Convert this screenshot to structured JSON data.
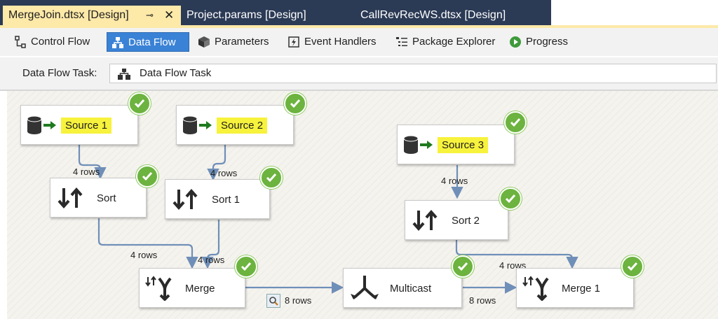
{
  "tabs": [
    {
      "label": "MergeJoin.dtsx [Design]",
      "active": true
    },
    {
      "label": "Project.params [Design]"
    },
    {
      "label": "CallRevRecWS.dtsx [Design]"
    }
  ],
  "tab_pin_glyph": "⊸",
  "tab_close_glyph": "✕",
  "toolbar": [
    {
      "label": "Control Flow",
      "icon": "control-flow-icon"
    },
    {
      "label": "Data Flow",
      "icon": "data-flow-icon",
      "selected": true
    },
    {
      "label": "Parameters",
      "icon": "parameters-icon"
    },
    {
      "label": "Event Handlers",
      "icon": "event-handlers-icon"
    },
    {
      "label": "Package Explorer",
      "icon": "package-explorer-icon"
    },
    {
      "label": "Progress",
      "icon": "progress-icon"
    }
  ],
  "task": {
    "label": "Data Flow Task:",
    "value": "Data Flow Task"
  },
  "nodes": [
    {
      "id": "source1",
      "label": "Source 1",
      "type": "source",
      "highlight": true,
      "status": "success"
    },
    {
      "id": "source2",
      "label": "Source 2",
      "type": "source",
      "highlight": true,
      "status": "success"
    },
    {
      "id": "source3",
      "label": "Source 3",
      "type": "source",
      "highlight": true,
      "status": "success"
    },
    {
      "id": "sort",
      "label": "Sort",
      "type": "sort",
      "status": "success"
    },
    {
      "id": "sort1",
      "label": "Sort 1",
      "type": "sort",
      "status": "success"
    },
    {
      "id": "sort2",
      "label": "Sort 2",
      "type": "sort",
      "status": "success"
    },
    {
      "id": "merge",
      "label": "Merge",
      "type": "merge",
      "status": "success"
    },
    {
      "id": "multicast",
      "label": "Multicast",
      "type": "multicast",
      "status": "success"
    },
    {
      "id": "merge1",
      "label": "Merge 1",
      "type": "merge",
      "status": "success"
    }
  ],
  "paths": [
    {
      "label": "4 rows"
    },
    {
      "label": "4 rows"
    },
    {
      "label": "4 rows"
    },
    {
      "label": "4 rows"
    },
    {
      "label": "4 rows"
    },
    {
      "label": "4 rows"
    },
    {
      "label": "8 rows"
    },
    {
      "label": "8 rows"
    }
  ],
  "colors": {
    "highlight": "#f7f23c",
    "success": "#6cb33f",
    "wire": "#6f8fb8",
    "selected_tab": "#3a82d6"
  }
}
